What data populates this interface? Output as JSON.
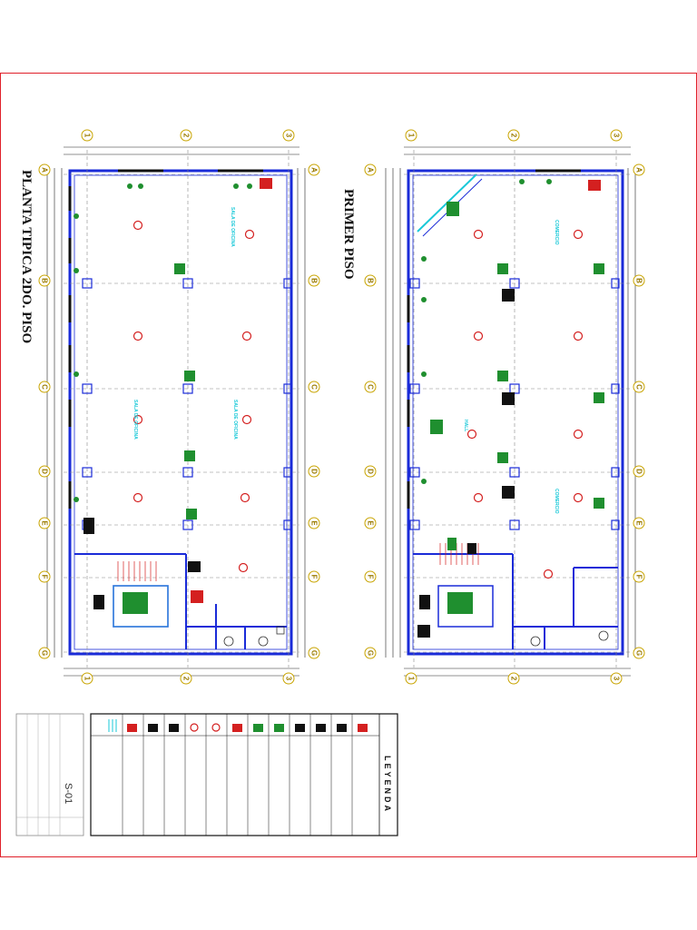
{
  "drawing": {
    "plan_left_title": "PLANTA TIPICA 2DO. PISO",
    "plan_right_title": "PRIMER PISO",
    "legend_title": "LEYENDA",
    "sheet_code": "S-01"
  },
  "grid": {
    "rows": [
      "A",
      "B",
      "C",
      "D",
      "E",
      "F",
      "G"
    ],
    "cols": [
      "1",
      "2",
      "3"
    ]
  },
  "colors": {
    "border_red": "#e0202a",
    "wall_blue": "#1a2bd8",
    "grid_gold": "#c8a400",
    "green": "#1f8f2f",
    "red_symbol": "#d42020",
    "cyan_text": "#18c8d8"
  }
}
